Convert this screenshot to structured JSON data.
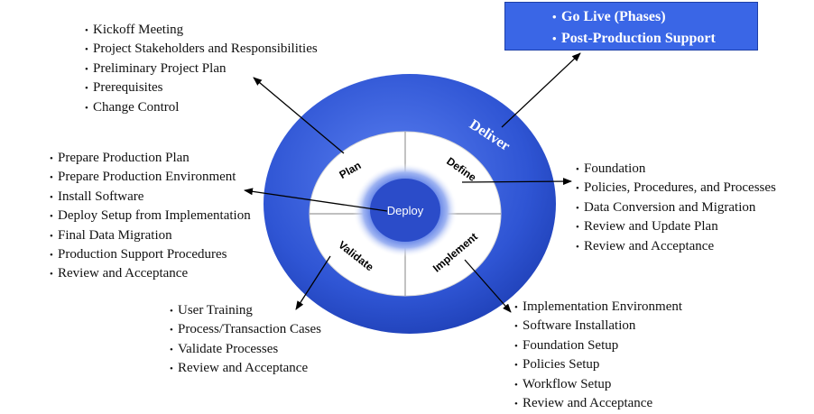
{
  "center_label": "Deploy",
  "ring_label": "Deliver",
  "segments": {
    "plan": "Plan",
    "define": "Define",
    "validate": "Validate",
    "implement": "Implement"
  },
  "deliver_box": {
    "items": [
      "Go Live (Phases)",
      "Post-Production Support"
    ]
  },
  "plan_list": [
    "Kickoff Meeting",
    "Project Stakeholders and Responsibilities",
    "Preliminary Project Plan",
    "Prerequisites",
    "Change Control"
  ],
  "deploy_list": [
    "Prepare Production Plan",
    "Prepare Production Environment",
    "Install Software",
    "Deploy Setup from Implementation",
    "Final Data Migration",
    "Production Support Procedures",
    "Review and Acceptance"
  ],
  "define_list": [
    "Foundation",
    "Policies, Procedures, and Processes",
    "Data Conversion and Migration",
    "Review and Update Plan",
    "Review and Acceptance"
  ],
  "validate_list": [
    "User Training",
    "Process/Transaction Cases",
    "Validate Processes",
    "Review and Acceptance"
  ],
  "implement_list": [
    "Implementation Environment",
    "Software Installation",
    "Foundation Setup",
    "Policies Setup",
    "Workflow Setup",
    "Review and Acceptance"
  ],
  "colors": {
    "ring": "#2f55d4",
    "deliver_box": "#3a66e6",
    "center_core": "#2848c0",
    "inner_disc": "#ffffff"
  }
}
